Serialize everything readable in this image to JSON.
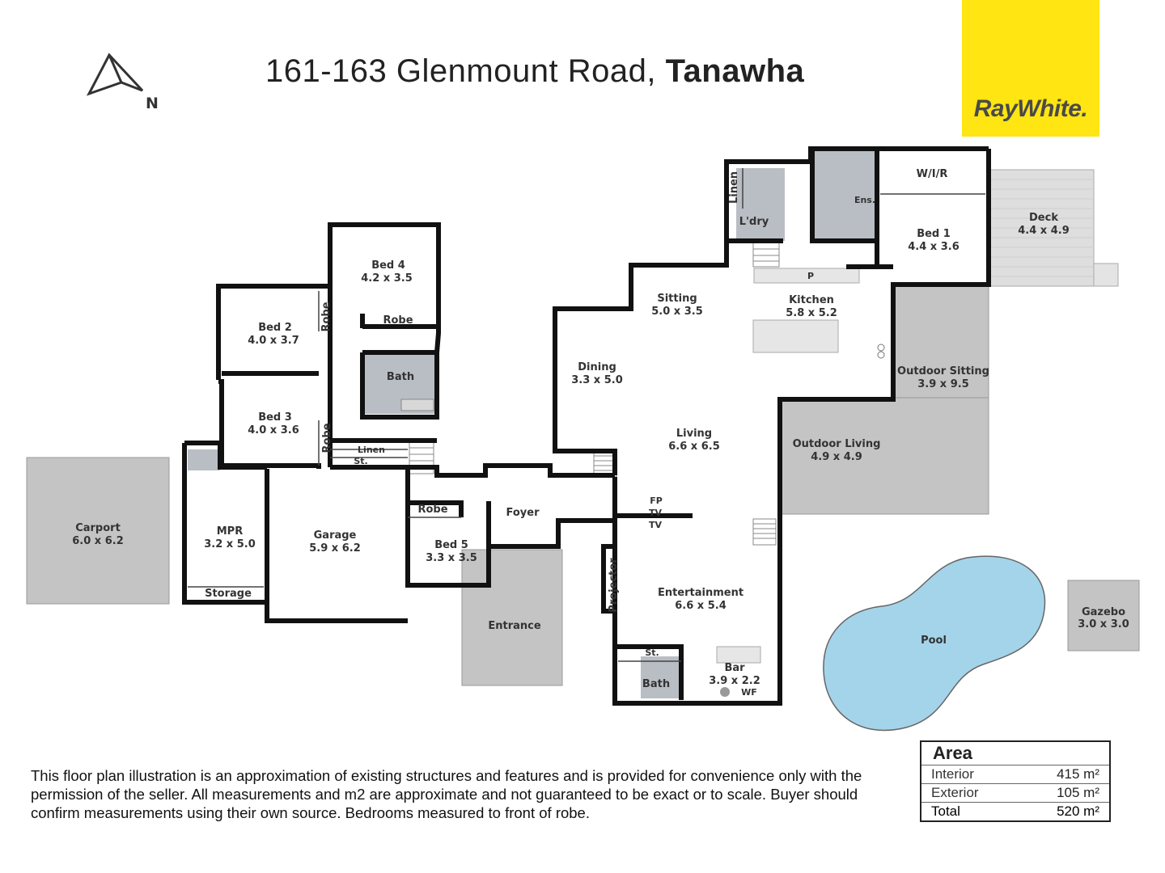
{
  "header": {
    "address": "161-163 Glenmount Road,",
    "suburb": "Tanawha",
    "compass_letter": "N",
    "brand": "RayWhite."
  },
  "rooms": {
    "bed4": {
      "name": "Bed 4",
      "dim": "4.2 x 3.5"
    },
    "bed2": {
      "name": "Bed 2",
      "dim": "4.0 x 3.7"
    },
    "bed3": {
      "name": "Bed 3",
      "dim": "4.0 x 3.6"
    },
    "bed5": {
      "name": "Bed 5",
      "dim": "3.3 x 3.5"
    },
    "bed1": {
      "name": "Bed 1",
      "dim": "4.4 x 3.6"
    },
    "carport": {
      "name": "Carport",
      "dim": "6.0 x 6.2"
    },
    "mpr": {
      "name": "MPR",
      "dim": "3.2 x 5.0"
    },
    "garage": {
      "name": "Garage",
      "dim": "5.9 x 6.2"
    },
    "sitting": {
      "name": "Sitting",
      "dim": "5.0 x 3.5"
    },
    "kitchen": {
      "name": "Kitchen",
      "dim": "5.8 x 5.2"
    },
    "dining": {
      "name": "Dining",
      "dim": "3.3 x 5.0"
    },
    "living": {
      "name": "Living",
      "dim": "6.6 x 6.5"
    },
    "outdoor_sitting": {
      "name": "Outdoor Sitting",
      "dim": "3.9 x 9.5"
    },
    "outdoor_living": {
      "name": "Outdoor Living",
      "dim": "4.9 x 4.9"
    },
    "deck": {
      "name": "Deck",
      "dim": "4.4 x 4.9"
    },
    "entertainment": {
      "name": "Entertainment",
      "dim": "6.6 x 5.4"
    },
    "bar": {
      "name": "Bar",
      "dim": "3.9 x 2.2"
    },
    "gazebo": {
      "name": "Gazebo",
      "dim": "3.0 x 3.0"
    }
  },
  "labels": {
    "robe": "Robe",
    "bath": "Bath",
    "linen": "Linen",
    "storage_short": "St.",
    "storage": "Storage",
    "foyer": "Foyer",
    "entrance": "Entrance",
    "laundry": "L'dry",
    "walk_in_robe": "W/I/R",
    "ensuite": "Ens.",
    "pantry": "P",
    "fireplace": "FP",
    "tv": "TV",
    "projector": "Projector",
    "wine_fridge": "WF",
    "pool": "Pool"
  },
  "disclaimer": "This floor plan illustration is an approximation of existing structures and features and is provided for convenience only with the permission of the seller. All measurements and m2 are approximate and not guaranteed to be exact or to scale. Buyer should confirm measurements using their own source. Bedrooms measured to front of robe.",
  "area": {
    "heading": "Area",
    "rows": [
      {
        "label": "Interior",
        "value": "415 m²"
      },
      {
        "label": "Exterior",
        "value": "105 m²"
      },
      {
        "label": "Total",
        "value": "520 m²"
      }
    ]
  },
  "colors": {
    "brand_yellow": "#ffe512",
    "exterior_grey": "#c4c4c4",
    "wet_area_grey": "#b9bec4",
    "pool_blue": "#a4d4ea",
    "wall": "#111111"
  }
}
